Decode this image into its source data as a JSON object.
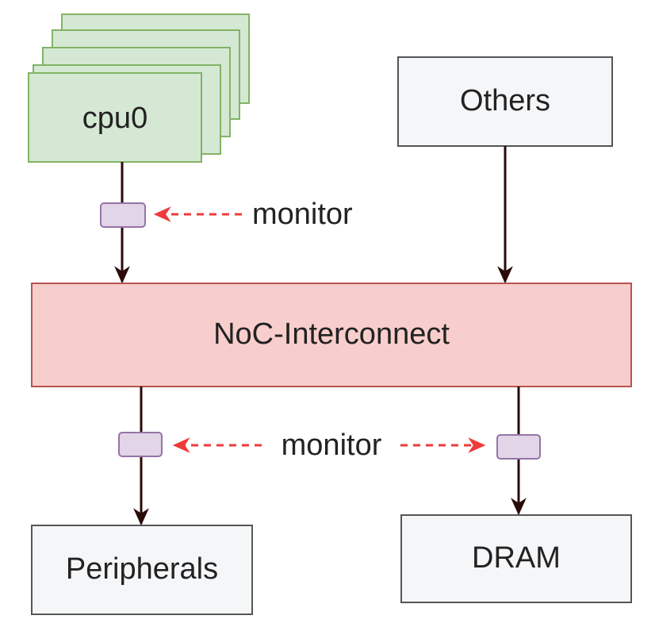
{
  "nodes": {
    "cpu": {
      "label": "cpu0",
      "fill": "#d5e8d4",
      "stroke": "#82b366"
    },
    "others": {
      "label": "Others",
      "fill": "#f5f6f8",
      "stroke": "#555555"
    },
    "noc": {
      "label": "NoC-Interconnect",
      "fill": "#f8cecc",
      "stroke": "#b85450"
    },
    "peripherals": {
      "label": "Peripherals",
      "fill": "#f5f6f8",
      "stroke": "#555555"
    },
    "dram": {
      "label": "DRAM",
      "fill": "#f5f6f8",
      "stroke": "#555555"
    }
  },
  "monitors": {
    "top_label": "monitor",
    "bottom_label": "monitor",
    "probe_fill": "#e1d5e7",
    "probe_stroke": "#9673a6"
  },
  "colors": {
    "arrow": "#2b0a0a",
    "monitor_arrow": "#ee3b3b",
    "text": "#222222"
  }
}
